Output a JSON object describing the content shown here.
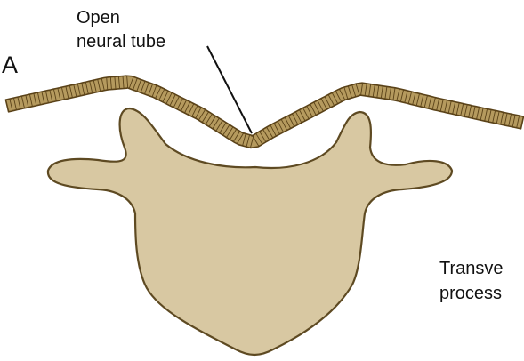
{
  "panel_label": "A",
  "labels": {
    "open_neural_tube_line1": "Open",
    "open_neural_tube_line2": "neural tube",
    "transverse_process_line1": "Transve",
    "transverse_process_line2": "process"
  },
  "colors": {
    "vertebra_fill": "#d8c8a2",
    "vertebra_stroke": "#5e4a22",
    "tube_fill": "#b59a5e",
    "tube_stroke": "#5a4218",
    "background": "#ffffff",
    "text": "#111111"
  }
}
